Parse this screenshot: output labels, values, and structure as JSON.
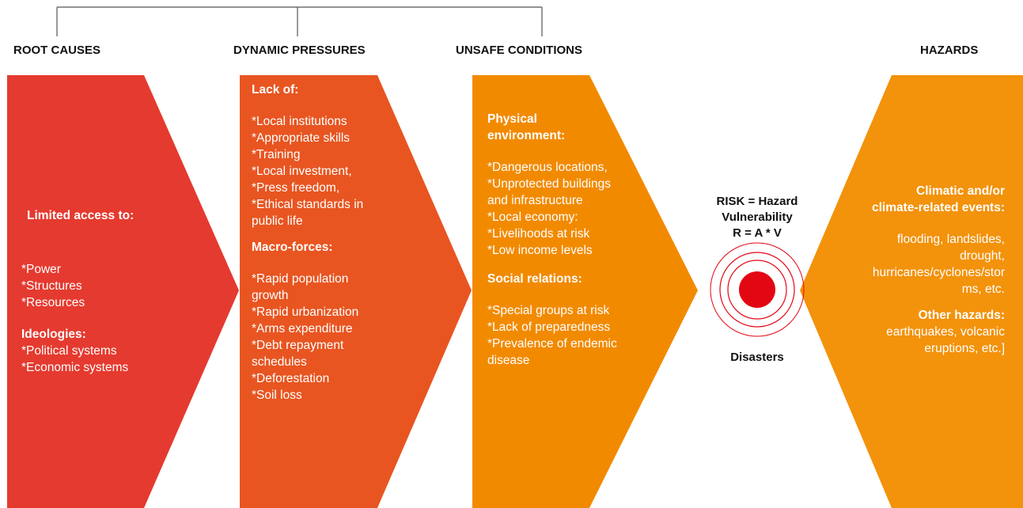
{
  "headers": {
    "root_causes": "ROOT CAUSES",
    "dynamic_pressures": "DYNAMIC PRESSURES",
    "unsafe_conditions": "UNSAFE CONDITIONS",
    "hazards": "HAZARDS"
  },
  "colors": {
    "root": "#e53a2f",
    "dynamic": "#e85521",
    "unsafe": "#f28a00",
    "hazards": "#f3920b",
    "target_center": "#e30613",
    "target_rings": "#e30613"
  },
  "root_causes": {
    "heading": "Limited access to:",
    "items": [
      "*Power",
      "*Structures",
      "*Resources"
    ],
    "ideologies_heading": "Ideologies:",
    "ideologies_items": [
      "*Political systems",
      "*Economic systems"
    ]
  },
  "dynamic_pressures": {
    "lack_heading": "Lack of:",
    "lack_items": [
      "*Local institutions",
      "*Appropriate skills",
      "*Training",
      "*Local investment,",
      "*Press freedom,",
      "*Ethical standards in",
      "public life"
    ],
    "macro_heading": "Macro-forces:",
    "macro_items": [
      "*Rapid population",
      "growth",
      "*Rapid urbanization",
      "*Arms expenditure",
      "*Debt repayment",
      "schedules",
      "*Deforestation",
      "*Soil loss"
    ]
  },
  "unsafe_conditions": {
    "physical_heading_1": "Physical",
    "physical_heading_2": "environment:",
    "physical_items": [
      "*Dangerous locations,",
      "*Unprotected buildings",
      "and infrastructure",
      "*Local economy:",
      "*Livelihoods at risk",
      "*Low income levels"
    ],
    "social_heading": "Social relations:",
    "social_items": [
      "*Special groups at risk",
      "*Lack of preparedness",
      "*Prevalence of endemic",
      "disease"
    ]
  },
  "risk": {
    "line1": "RISK = Hazard",
    "line2": "Vulnerability",
    "line3": "R = A * V",
    "disasters": "Disasters"
  },
  "hazards": {
    "climatic_heading_1": "Climatic and/or",
    "climatic_heading_2": "climate-related events:",
    "climatic_items": [
      "flooding, landslides,",
      "drought,",
      "hurricanes/cyclones/stor",
      "ms, etc."
    ],
    "other_heading": "Other hazards:",
    "other_items": [
      "earthquakes, volcanic",
      "eruptions, etc.]"
    ]
  }
}
